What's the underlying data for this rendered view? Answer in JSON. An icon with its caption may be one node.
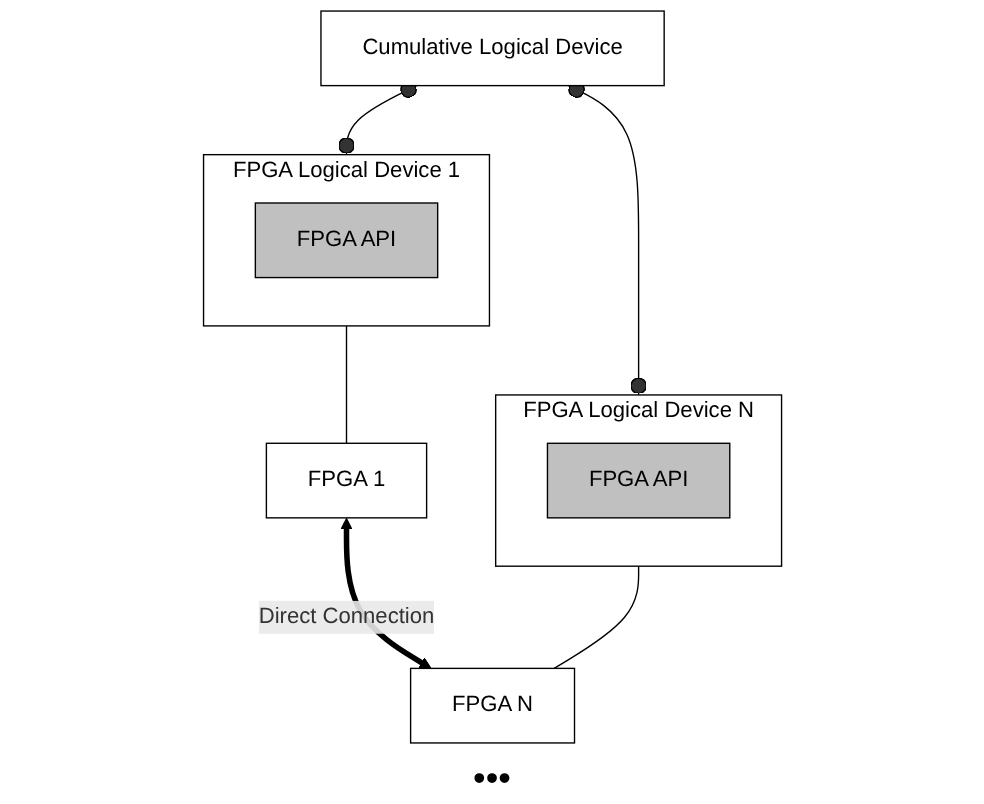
{
  "diagram": {
    "nodes": [
      {
        "text": [
          "Cumulative Logical Device"
        ]
      },
      {
        "text": [
          "FPGA Logical Device 1"
        ]
      },
      {
        "text": [
          "FPGA API"
        ],
        "in": 1
      },
      {
        "text": [
          "FPGA Logical Device N"
        ]
      },
      {
        "text": [
          "FPGA API"
        ],
        "in": 3
      },
      {
        "text": [
          "FPGA 1"
        ]
      },
      {
        "text": [
          "FPGA N"
        ]
      }
    ],
    "edges": [
      {
        "from": 0,
        "to": 1,
        "arrow": "other"
      },
      {
        "from": 0,
        "to": 3,
        "arrow": "other"
      },
      {
        "from": 1,
        "to": 5,
        "arrow": "none"
      },
      {
        "from": 3,
        "to": 6,
        "arrow": "none"
      },
      {
        "from": 5,
        "to": 6,
        "arrow": "both",
        "label": "Direct Connection",
        "style": "thick"
      }
    ],
    "labels": [
      "•••"
    ]
  }
}
